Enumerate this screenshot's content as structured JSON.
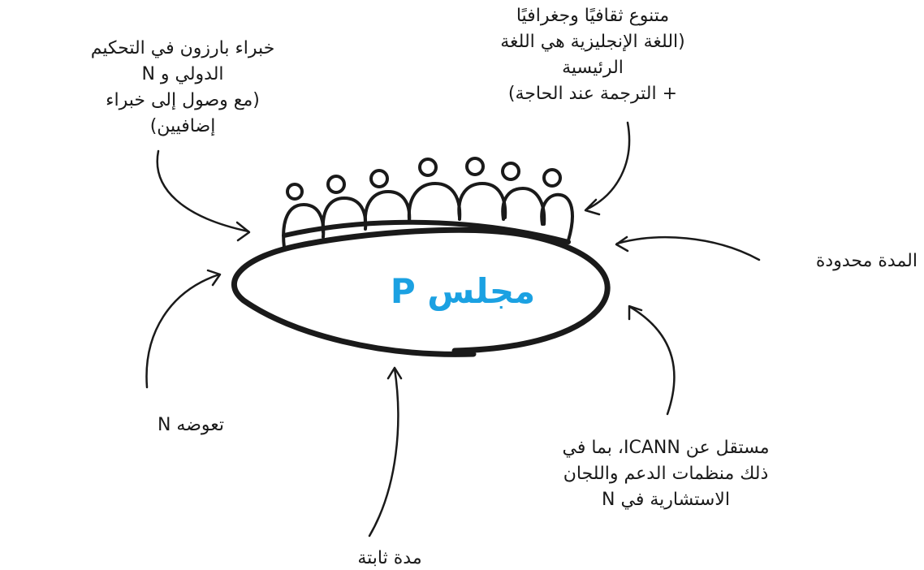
{
  "panel": {
    "title": "مجلس P",
    "title_color": "#1ba1e2"
  },
  "annotations": {
    "experts": [
      "خبراء بارزون في التحكيم",
      "الدولي و N",
      "(مع وصول إلى خبراء",
      "إضافيين)"
    ],
    "diverse": [
      "متنوع ثقافيًا وجغرافيًا",
      "(اللغة الإنجليزية هي اللغة",
      "الرئيسية",
      "+ الترجمة عند الحاجة)"
    ],
    "limited_term": "المدة محدودة",
    "compensation": "تعوضه N",
    "independence": [
      "مستقل عن ICANN، بما في",
      "ذلك منظمات الدعم واللجان",
      "الاستشارية في N"
    ],
    "fixed_term": "مدة ثابتة"
  },
  "icons": {
    "panel_members": "people-group-icon",
    "arrows": "sketch-arrow-icon"
  },
  "colors": {
    "ink": "#1a1a1a",
    "accent": "#1ba1e2",
    "background": "#ffffff"
  }
}
